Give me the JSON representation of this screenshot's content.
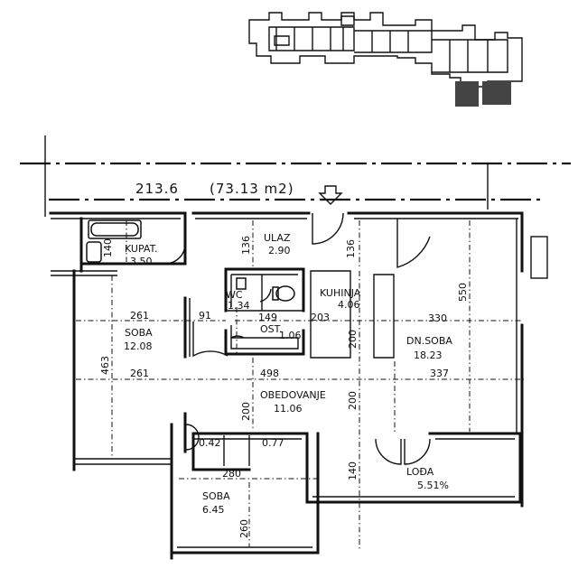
{
  "header": {
    "apartment_number": "213.6",
    "area": "(73.13 m2)"
  },
  "rooms": {
    "bath": {
      "name": "KUPAT.",
      "area": "3.50"
    },
    "entry": {
      "name": "ULAZ",
      "area": "2.90"
    },
    "wc": {
      "name": "WC",
      "area": "1.34"
    },
    "storage": {
      "name": "OST.",
      "area": "1.06"
    },
    "kitchen": {
      "name": "KUHINJA",
      "area": "4.06"
    },
    "room_left": {
      "name": "SOBA",
      "area": "12.08"
    },
    "living": {
      "name": "DN.SOBA",
      "area": "18.23"
    },
    "dining": {
      "name": "OBEDOVANJE",
      "area": "11.06"
    },
    "loggia": {
      "name": "LOĐA",
      "area": "5.51%"
    },
    "room_bottom": {
      "name": "SOBA",
      "area": "6.45"
    },
    "closet_a": {
      "area": "0.42"
    },
    "closet_b": {
      "area": "0.77"
    }
  },
  "dimensions": {
    "bath_w": "140",
    "entry_h": "136",
    "entry_h2": "136",
    "living_h": "550",
    "room_w_top": "261",
    "door_91": "91",
    "wc_w": "149",
    "kitchen_w": "203",
    "living_w": "330",
    "room_h": "463",
    "kitchen_h": "200",
    "room_w_bottom": "261",
    "dining_w": "498",
    "living_w2": "337",
    "dining_h_left": "200",
    "dining_h_right": "200",
    "bottom_w": "280",
    "loggia_h": "140",
    "bottom_h": "260"
  },
  "icons": {
    "entrance": "entrance-arrow-icon",
    "bathtub": "bathtub-icon",
    "toilet": "toilet-icon",
    "keyplan": "keyplan-icon"
  }
}
